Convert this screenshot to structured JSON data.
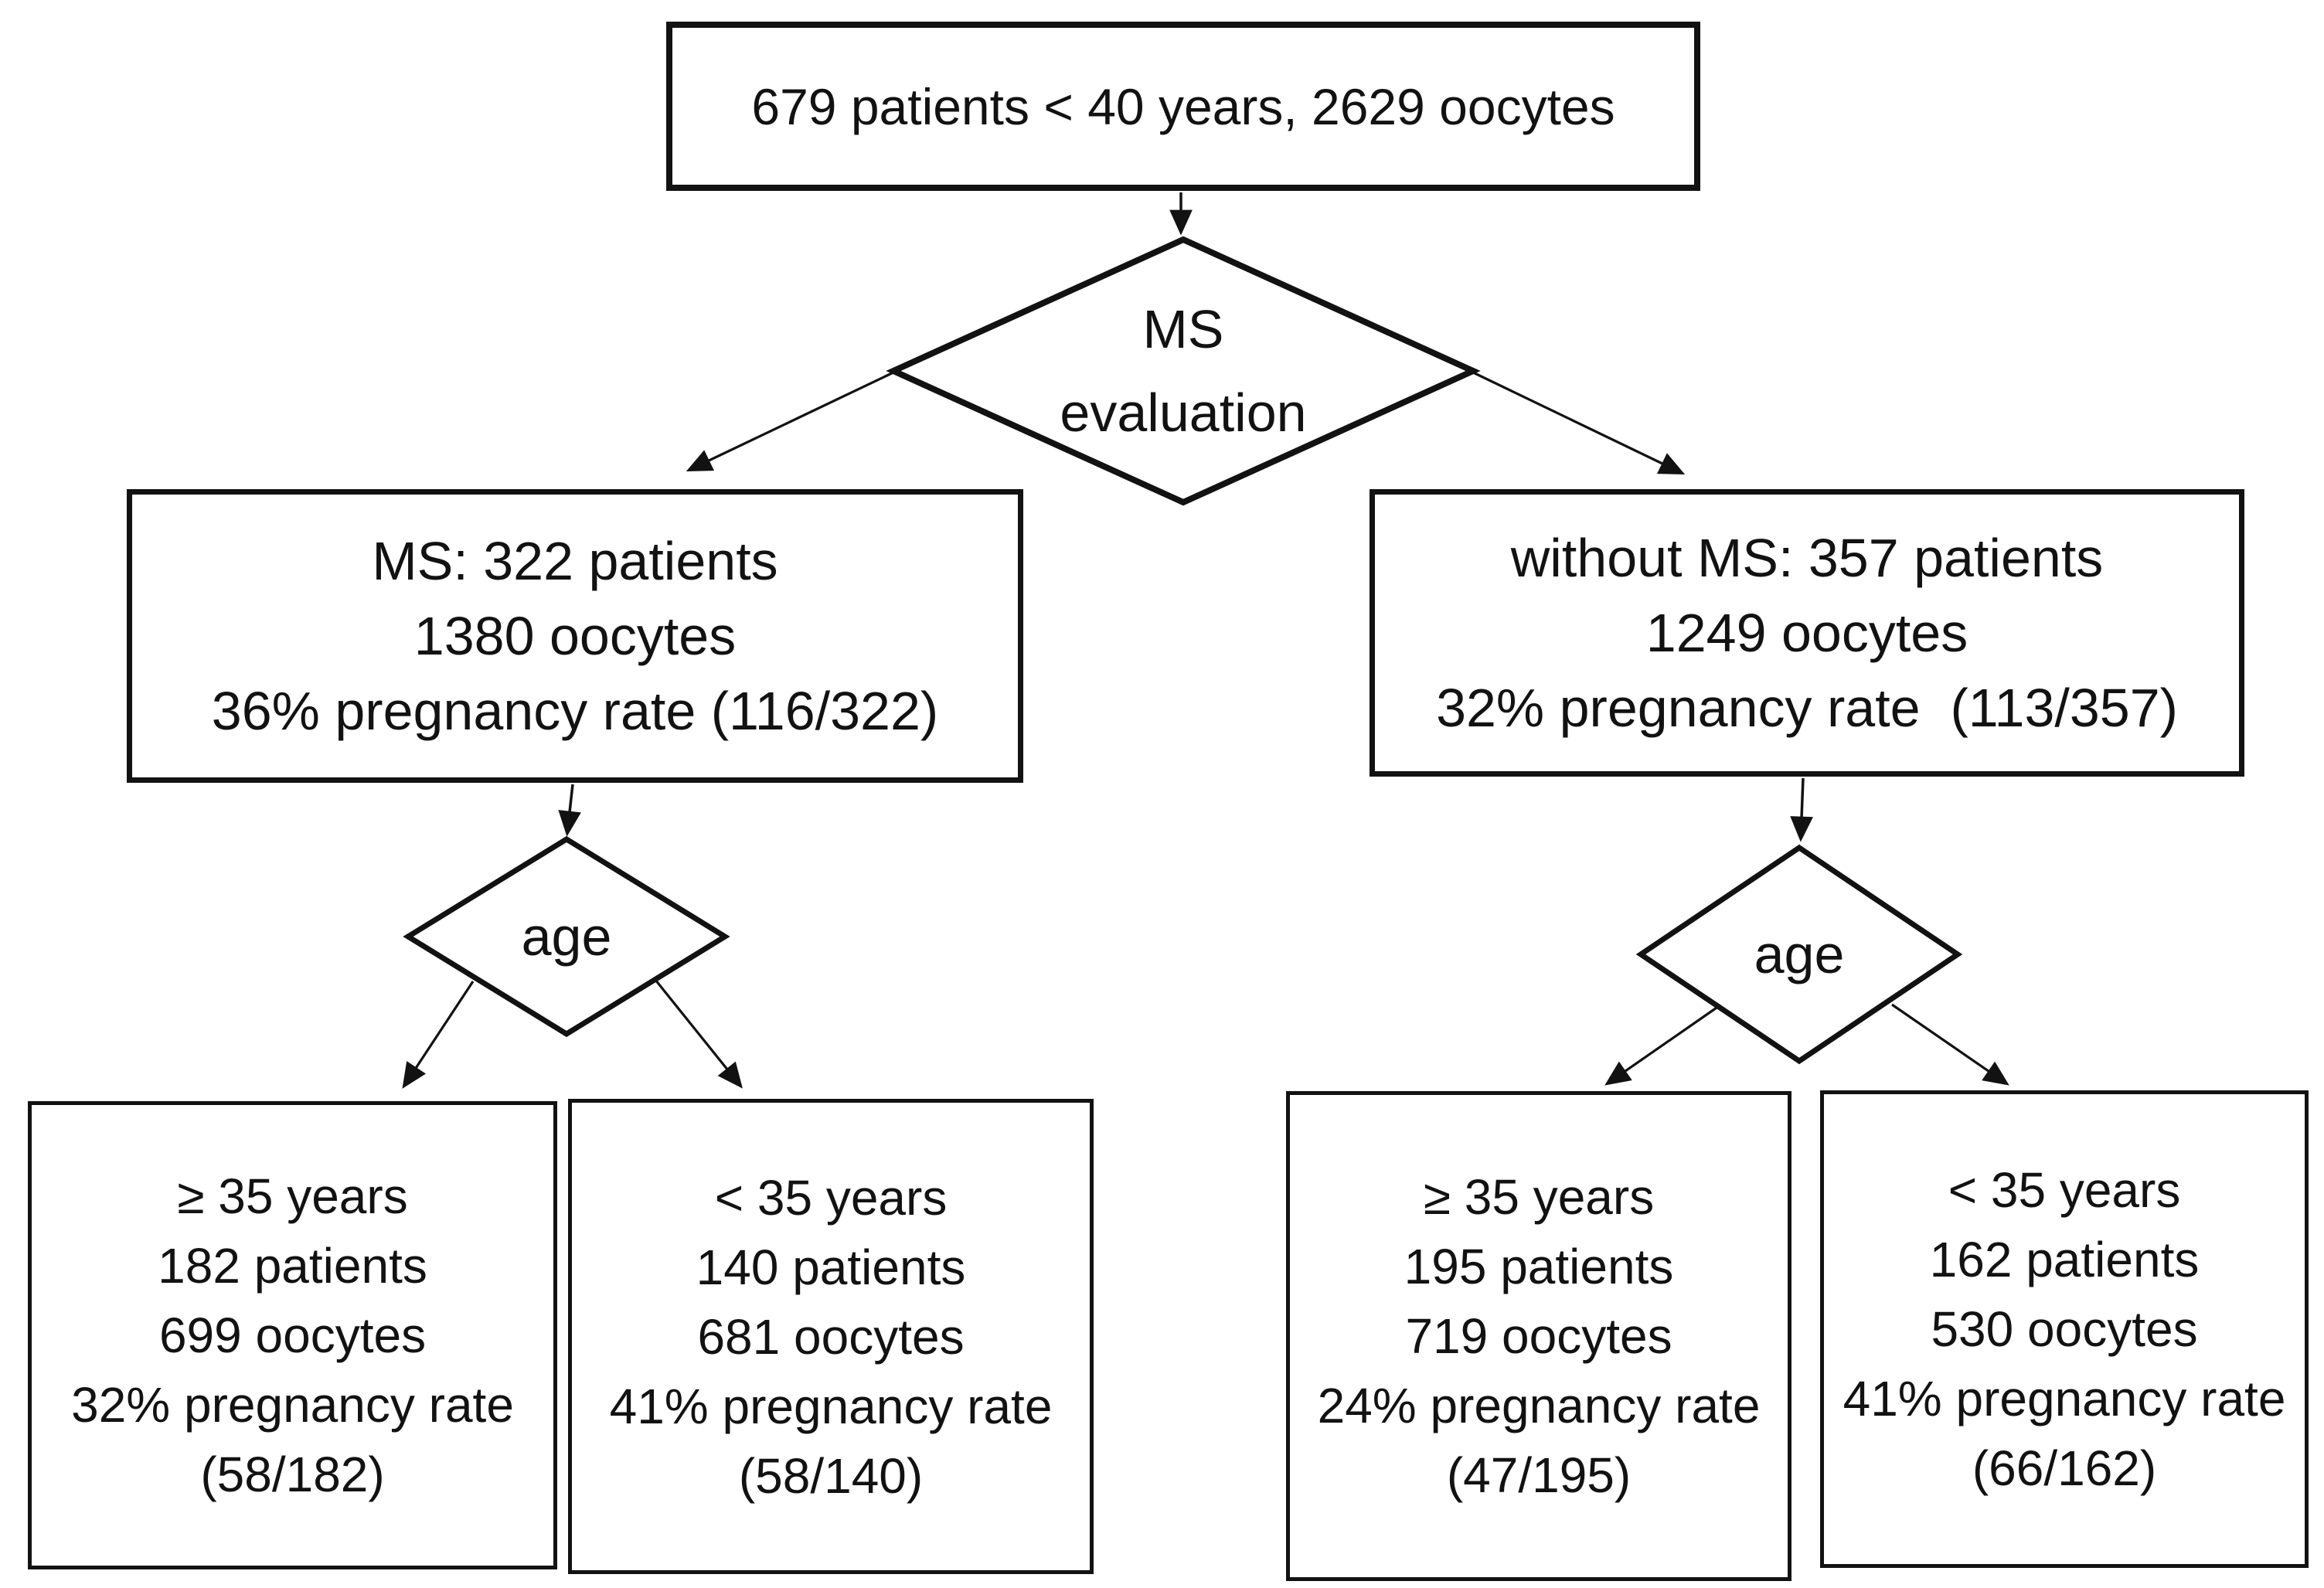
{
  "colors": {
    "ink": "#121212",
    "paper": "#ffffff"
  },
  "nodes": {
    "root": {
      "lines": [
        "679 patients < 40 years, 2629 oocytes"
      ]
    },
    "ms_evaluation": {
      "lines": [
        "MS",
        "evaluation"
      ]
    },
    "ms": {
      "lines": [
        "MS: 322 patients",
        "1380 oocytes",
        "36% pregnancy rate (116/322)"
      ]
    },
    "without_ms": {
      "lines": [
        "without MS: 357 patients",
        "1249 oocytes",
        "32% pregnancy rate  (113/357)"
      ]
    },
    "age_left": {
      "lines": [
        "age"
      ]
    },
    "age_right": {
      "lines": [
        "age"
      ]
    },
    "ms_ge35": {
      "lines": [
        "≥ 35 years",
        "182 patients",
        "699 oocytes",
        "32% pregnancy rate",
        "(58/182)"
      ]
    },
    "ms_lt35": {
      "lines": [
        "< 35 years",
        "140 patients",
        "681 oocytes",
        "41% pregnancy rate",
        "(58/140)"
      ]
    },
    "without_ms_ge35": {
      "lines": [
        "≥ 35 years",
        "195 patients",
        "719 oocytes",
        "24% pregnancy rate",
        "(47/195)"
      ]
    },
    "without_ms_lt35": {
      "lines": [
        "< 35 years",
        "162 patients",
        "530 oocytes",
        "41% pregnancy rate",
        "(66/162)"
      ]
    }
  },
  "edges": [
    {
      "from": "root",
      "to": "ms_evaluation"
    },
    {
      "from": "ms_evaluation",
      "to": "ms"
    },
    {
      "from": "ms_evaluation",
      "to": "without_ms"
    },
    {
      "from": "ms",
      "to": "age_left"
    },
    {
      "from": "without_ms",
      "to": "age_right"
    },
    {
      "from": "age_left",
      "to": "ms_ge35"
    },
    {
      "from": "age_left",
      "to": "ms_lt35"
    },
    {
      "from": "age_right",
      "to": "without_ms_ge35"
    },
    {
      "from": "age_right",
      "to": "without_ms_lt35"
    }
  ]
}
